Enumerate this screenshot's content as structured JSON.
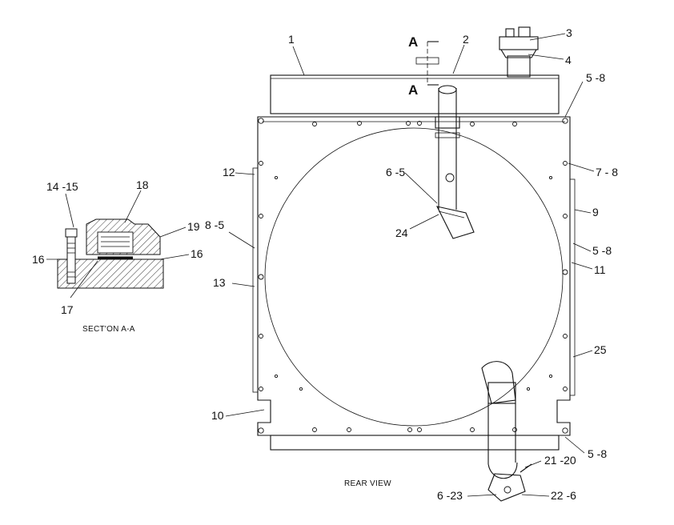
{
  "section_marker": "A",
  "callouts": {
    "c1": "1",
    "c2": "2",
    "c3": "3",
    "c4": "4",
    "c5_8_top": "5 -8",
    "c7_8": "7 - 8",
    "c6_5": "6 -5",
    "c12": "12",
    "c9": "9",
    "c8_5": "8 -5",
    "c5_8_mid": "5 -8",
    "c24": "24",
    "c11": "11",
    "c13": "13",
    "c25": "25",
    "c10": "10",
    "c21_20": "21 -20",
    "c5_8_bot": "5 -8",
    "c6_23": "6 -23",
    "c22_6": "22 -6",
    "s14_15": "14 -15",
    "s18": "18",
    "s19": "19",
    "s16_left": "16",
    "s16_right": "16",
    "s17": "17"
  },
  "section_caption": "SECT'ON A-A",
  "view_caption": "REAR VIEW"
}
